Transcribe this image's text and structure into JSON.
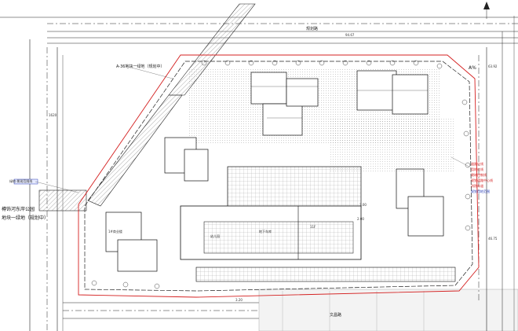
{
  "plan": {
    "left_park_label": "樽饰河东岸公园",
    "left_park_sub": "地块一绿地（规划中）",
    "north_plot_label": "A-36地块一绿地（规划中）",
    "callout_left": "绿地·景观范围线",
    "road_north": "规划路",
    "road_south": "文昌路",
    "road_west_dim": "1620",
    "road_north_dim": "94.67",
    "dim_right_1": "63.92",
    "dim_right_2": "46.75",
    "dim_south": "3.20",
    "label_s1": "1#商业楼",
    "label_s2": "幼儿园",
    "label_s3": "地下车库",
    "label_s4": "11F",
    "label_s5": "2.00",
    "label_s6": "3.00",
    "legend_symbol": "A%",
    "red_note_1": "道路红线",
    "red_note_2": "用地红线",
    "red_note_3": "建筑控制线",
    "red_note_4": "规划道路中心线",
    "red_note_5": "消防车道",
    "blue_note": "规划用地范围"
  }
}
